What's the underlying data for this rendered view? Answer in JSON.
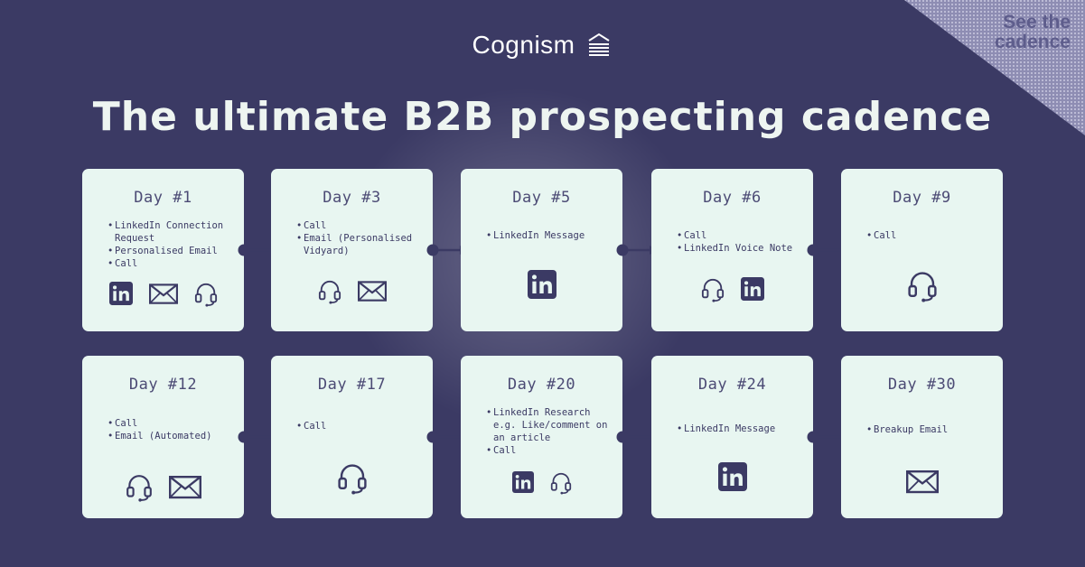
{
  "brand": {
    "name": "Cognism"
  },
  "title": "The ultimate B2B prospecting cadence",
  "corner_label": "See the cadence",
  "colors": {
    "background": "#3b3a64",
    "card": "#e8f6f1",
    "ink": "#3b3a64"
  },
  "steps": [
    {
      "day": "Day #1",
      "items": [
        "LinkedIn Connection Request",
        "Personalised Email",
        "Call"
      ],
      "icons": [
        "linkedin-icon",
        "email-icon",
        "headset-icon"
      ]
    },
    {
      "day": "Day #3",
      "items": [
        "Call",
        "Email (Personalised Vidyard)"
      ],
      "icons": [
        "headset-icon",
        "email-icon"
      ]
    },
    {
      "day": "Day #5",
      "items": [
        "LinkedIn Message"
      ],
      "icons": [
        "linkedin-icon"
      ]
    },
    {
      "day": "Day #6",
      "items": [
        "Call",
        "LinkedIn Voice Note"
      ],
      "icons": [
        "headset-icon",
        "linkedin-icon"
      ]
    },
    {
      "day": "Day #9",
      "items": [
        "Call"
      ],
      "icons": [
        "headset-icon"
      ]
    },
    {
      "day": "Day #12",
      "items": [
        "Call",
        "Email (Automated)"
      ],
      "icons": [
        "headset-icon",
        "email-icon"
      ]
    },
    {
      "day": "Day #17",
      "items": [
        "Call"
      ],
      "icons": [
        "headset-icon"
      ]
    },
    {
      "day": "Day #20",
      "items": [
        "LinkedIn Research e.g. Like/comment on an article",
        "Call"
      ],
      "icons": [
        "linkedin-icon",
        "headset-icon"
      ]
    },
    {
      "day": "Day #24",
      "items": [
        "LinkedIn Message"
      ],
      "icons": [
        "linkedin-icon"
      ]
    },
    {
      "day": "Day #30",
      "items": [
        "Breakup Email"
      ],
      "icons": [
        "email-icon"
      ]
    }
  ]
}
